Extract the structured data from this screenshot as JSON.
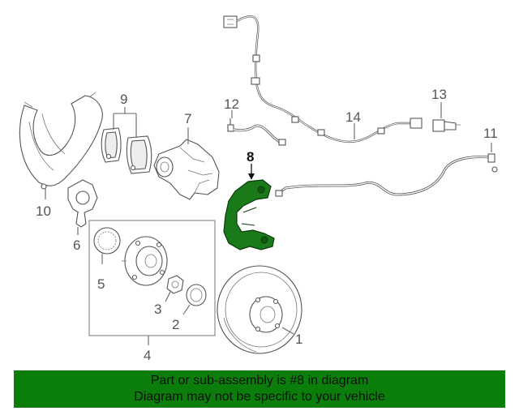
{
  "callouts": {
    "c1": "1",
    "c2": "2",
    "c3": "3",
    "c4": "4",
    "c5": "5",
    "c6": "6",
    "c7": "7",
    "c8": "8",
    "c9": "9",
    "c10": "10",
    "c11": "11",
    "c12": "12",
    "c13": "13",
    "c14": "14"
  },
  "highlight_part": "8",
  "colors": {
    "highlight": "#1a7a1a",
    "banner_bg": "#0b7d0b",
    "line": "#666666"
  },
  "banner": {
    "line1": "Part or sub-assembly is #8 in diagram",
    "line2": "Diagram may not be specific to your vehicle"
  }
}
